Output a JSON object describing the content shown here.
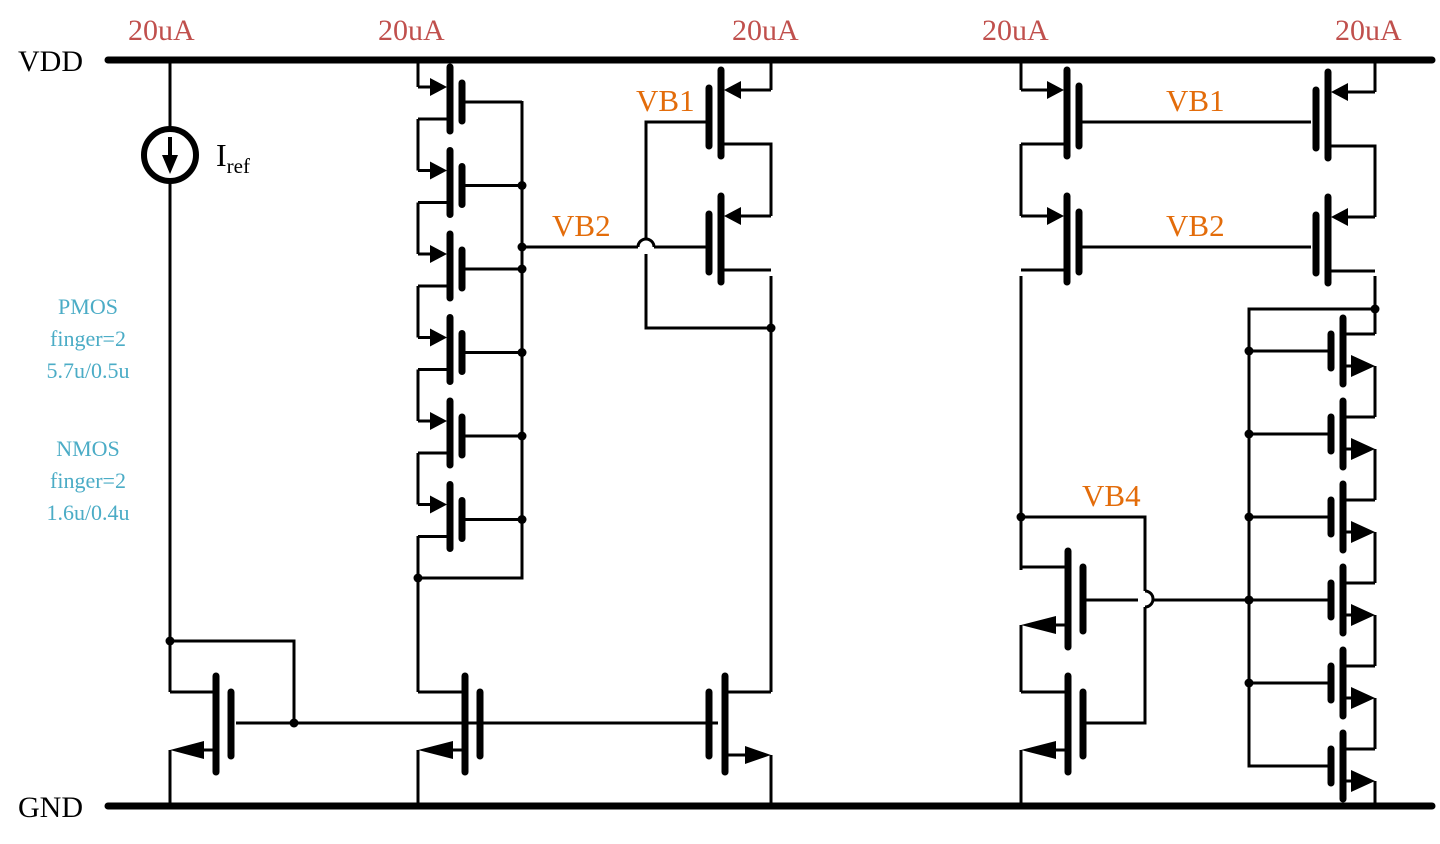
{
  "diagram": {
    "title": "Current mirror bias network",
    "colors": {
      "wire": "#000000",
      "current_label": "#c0504d",
      "node_label": "#e36c0a",
      "size_label": "#4bacc6"
    },
    "rails": {
      "supply": "VDD",
      "ground": "GND"
    },
    "branch_currents": [
      "20uA",
      "20uA",
      "20uA",
      "20uA",
      "20uA"
    ],
    "reference_source": {
      "symbol": "I",
      "subscript": "ref"
    },
    "node_labels": {
      "vb1_left": "VB1",
      "vb2_left": "VB2",
      "vb1_right": "VB1",
      "vb2_right": "VB2",
      "vb4": "VB4"
    },
    "device_sizes": {
      "pmos": {
        "type": "PMOS",
        "finger": "finger=2",
        "wl": "5.7u/0.5u"
      },
      "nmos": {
        "type": "NMOS",
        "finger": "finger=2",
        "wl": "1.6u/0.4u"
      }
    },
    "devices": {
      "pmos_stack_count": 6,
      "nmos_stack_count": 6
    }
  }
}
